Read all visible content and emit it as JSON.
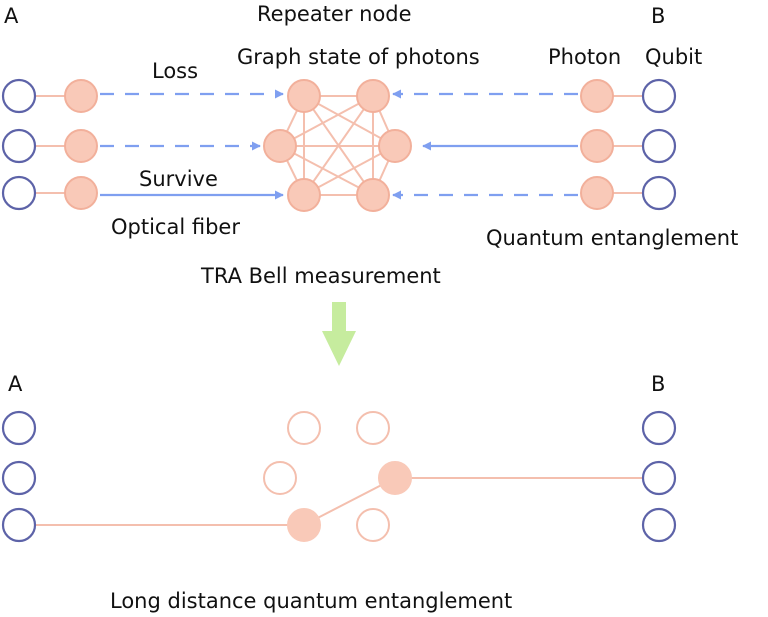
{
  "labels": {
    "endpoint_a_top": "A",
    "endpoint_b_top": "B",
    "repeater_node": "Repeater node",
    "graph_state": "Graph state of photons",
    "loss": "Loss",
    "survive": "Survive",
    "optical_fiber": "Optical fiber",
    "photon": "Photon",
    "qubit": "Qubit",
    "quantum_entanglement": "Quantum entanglement",
    "tra_bell": "TRA Bell measurement",
    "endpoint_a_bottom": "A",
    "endpoint_b_bottom": "B",
    "long_distance": "Long distance quantum entanglement"
  },
  "colors": {
    "qubit_stroke": "#5d63a8",
    "photon_fill": "#f9c9b8",
    "photon_stroke": "#f2b09b",
    "link": "#f4bfae",
    "fiber_arrow": "#7f9ff0",
    "down_arrow": "#c6ec9e"
  }
}
